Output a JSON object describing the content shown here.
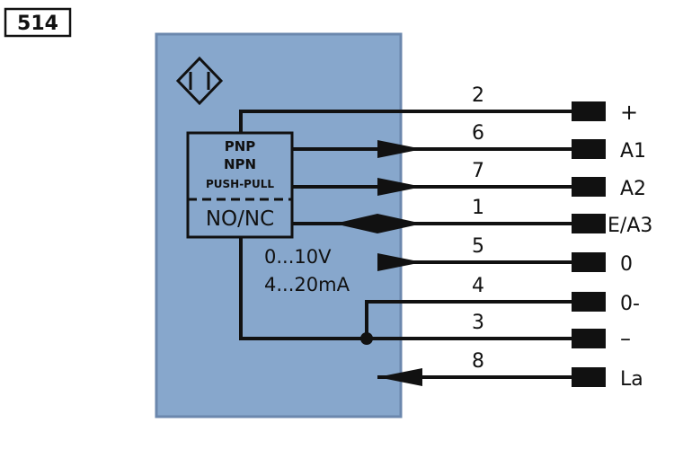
{
  "diagram_id": "514",
  "box": {
    "output_types": [
      "PNP",
      "NPN",
      "PUSH-PULL"
    ],
    "switch_mode": "NO/NC",
    "analog_voltage": "0...10V",
    "analog_current": "4...20mA"
  },
  "pins": [
    {
      "number": "2",
      "label": "+"
    },
    {
      "number": "6",
      "label": "A1"
    },
    {
      "number": "7",
      "label": "A2"
    },
    {
      "number": "1",
      "label": "E/A3"
    },
    {
      "number": "5",
      "label": "0"
    },
    {
      "number": "4",
      "label": "0-"
    },
    {
      "number": "3",
      "label": "–"
    },
    {
      "number": "8",
      "label": "La"
    }
  ],
  "colors": {
    "housing": "#87a7cc",
    "housing_border": "#6b87ad",
    "line": "#111111"
  }
}
